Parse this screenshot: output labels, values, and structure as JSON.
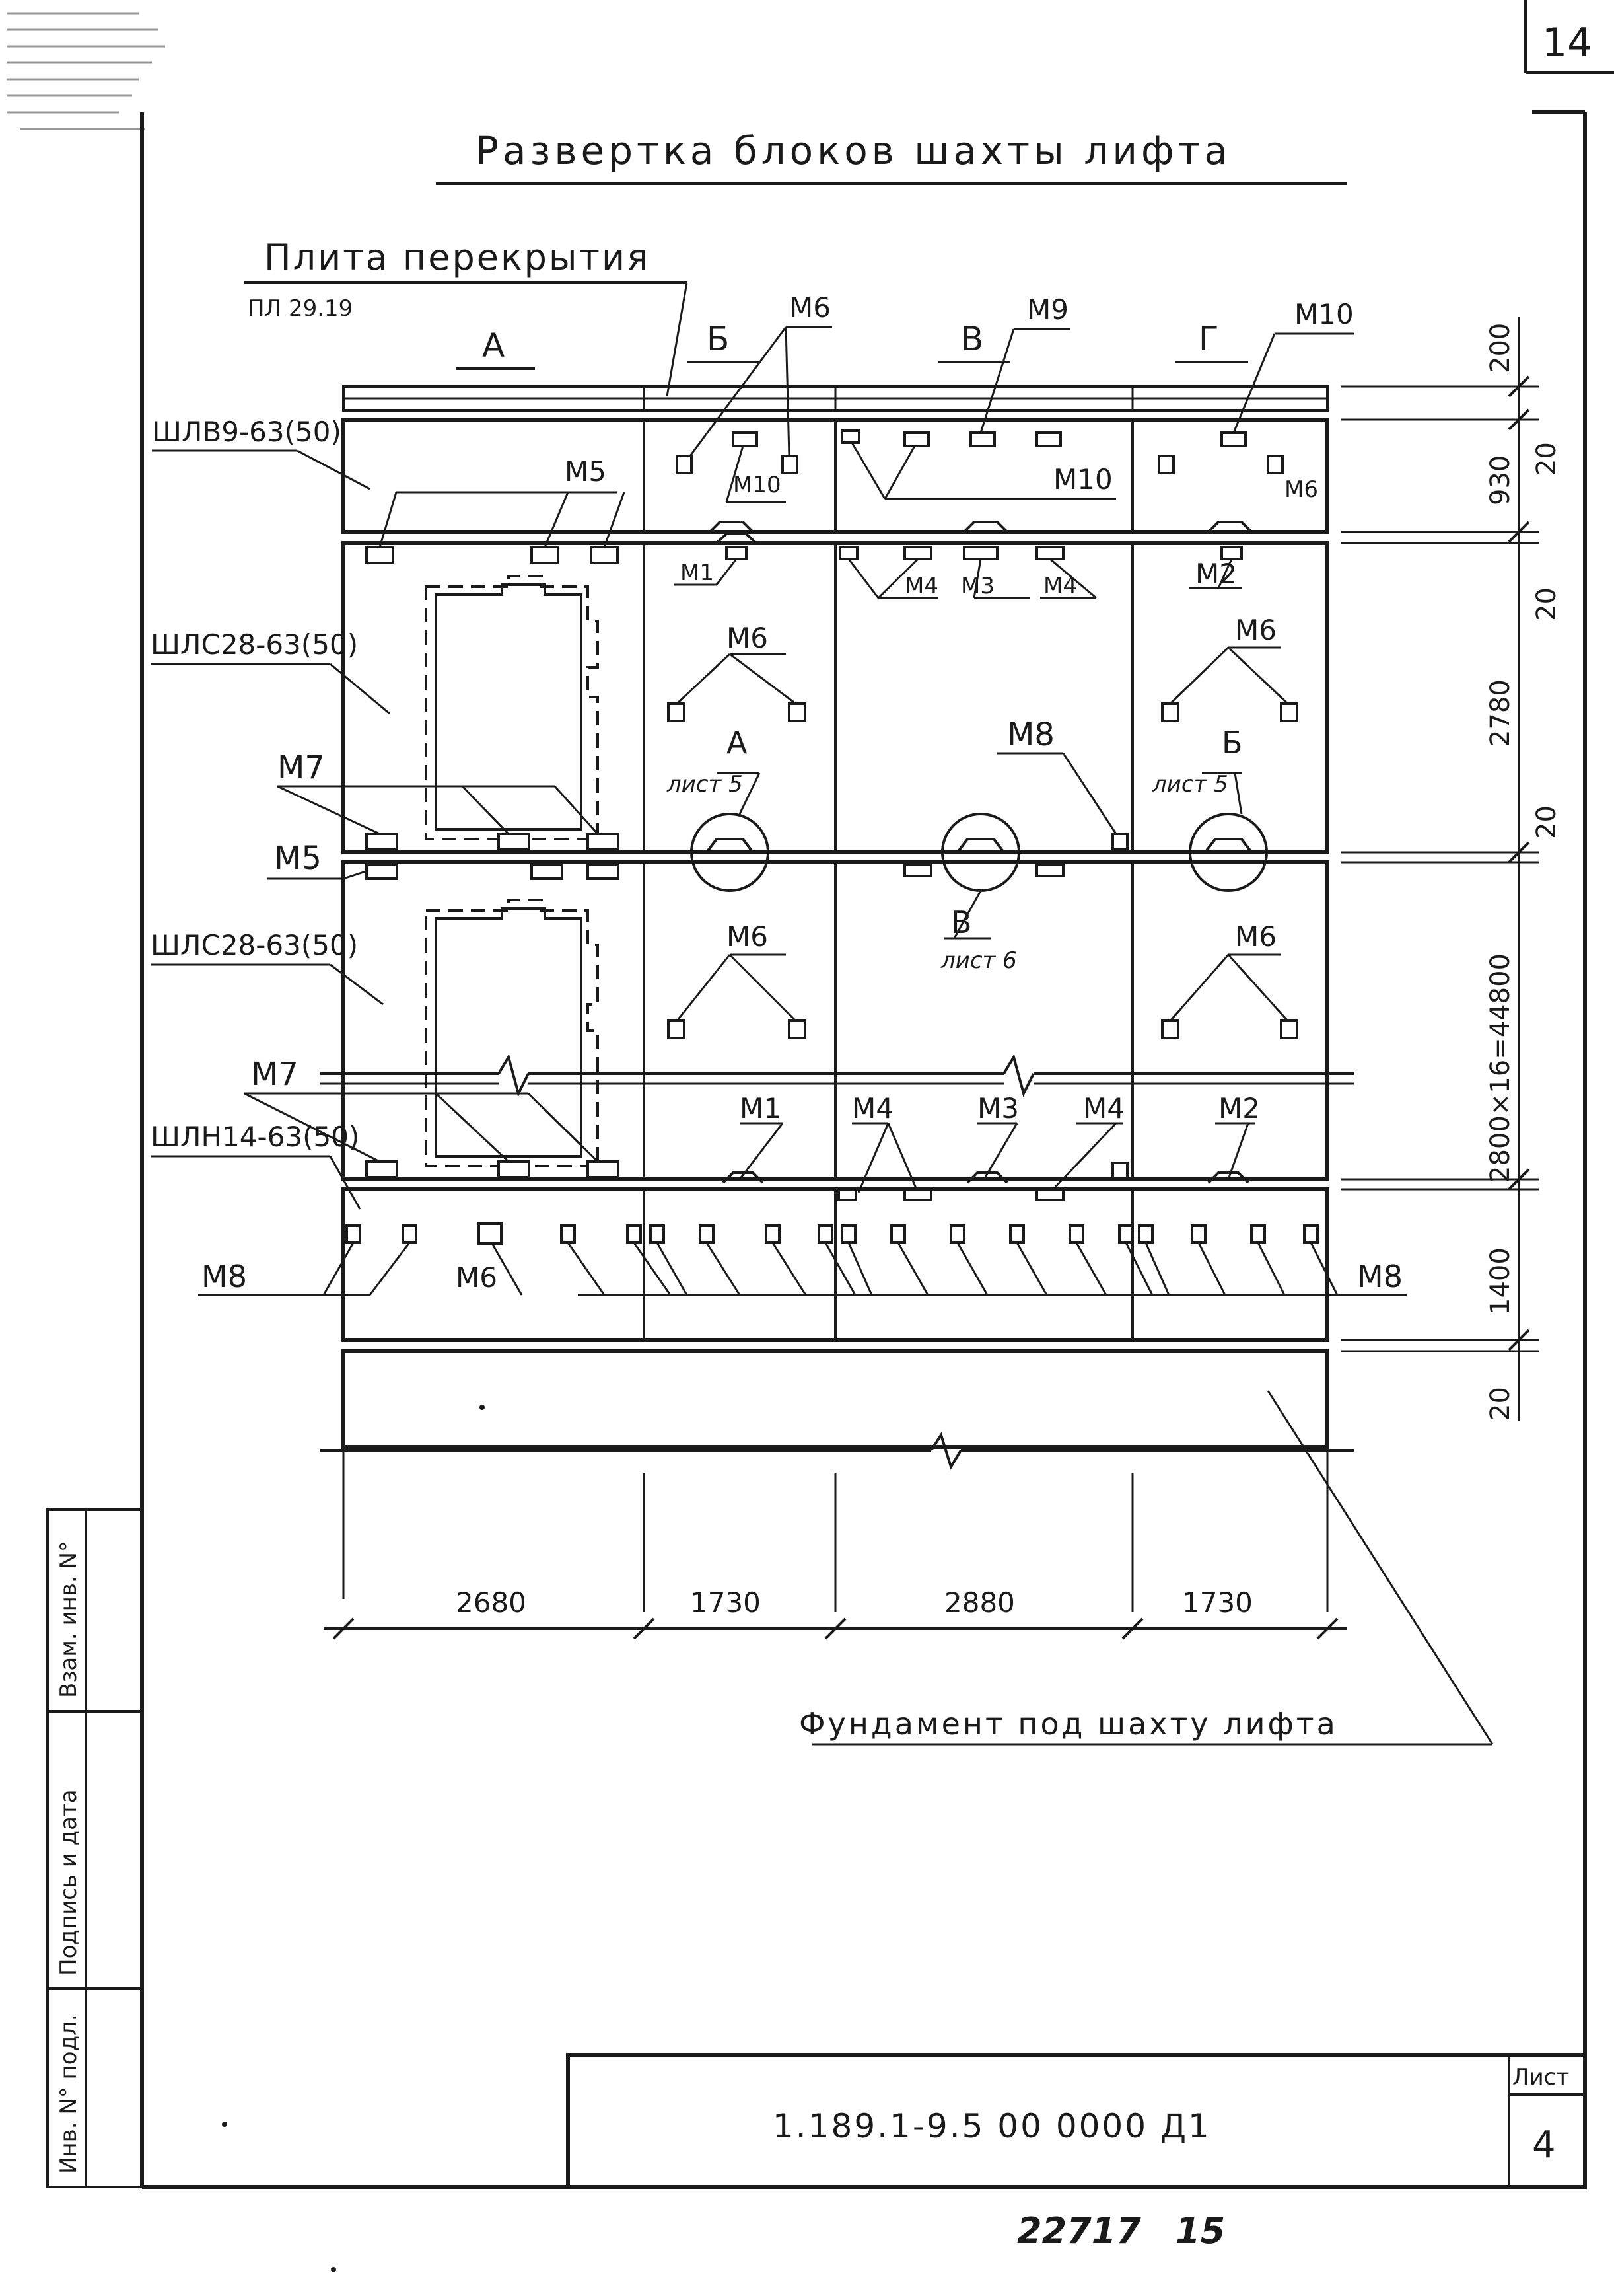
{
  "sheet_corner_number": "14",
  "title": "Развертка блоков шахты лифта",
  "slab": {
    "label": "Плита перекрытия",
    "mark": "ПЛ 29.19"
  },
  "columns": [
    "А",
    "Б",
    "В",
    "Г"
  ],
  "blocks": [
    "ШЛВ9-63(50)",
    "ШЛС28-63(50)",
    "ШЛС28-63(50)",
    "ШЛН14-63(50)"
  ],
  "embeds": {
    "m1": "М1",
    "m2": "М2",
    "m3": "М3",
    "m4": "М4",
    "m5": "М5",
    "m6": "М6",
    "m7": "М7",
    "m8": "М8",
    "m9": "М9",
    "m10": "М10"
  },
  "callouts": [
    {
      "letter": "А",
      "sheet": "лист 5"
    },
    {
      "letter": "Б",
      "sheet": "лист 5"
    },
    {
      "letter": "В",
      "sheet": "лист 6"
    }
  ],
  "right_dimensions": [
    "200",
    "20",
    "930",
    "20",
    "2780",
    "20",
    "2800×16=44800",
    "1400",
    "20"
  ],
  "bottom_dimensions": [
    "2680",
    "1730",
    "2880",
    "1730"
  ],
  "foundation_label": "Фундамент под шахту лифта",
  "side_stamp": {
    "col1": "Инв. N° подл.",
    "col2": "Подпись и дата",
    "col3": "Взам. инв. N°"
  },
  "title_block": {
    "code": "1.189.1-9.5  00 0000 Д1",
    "sheet_label": "Лист",
    "sheet_number": "4"
  },
  "footer": {
    "number": "22717",
    "page": "15"
  },
  "colors": {
    "ink": "#1a1a1a",
    "paper": "#ffffff"
  }
}
